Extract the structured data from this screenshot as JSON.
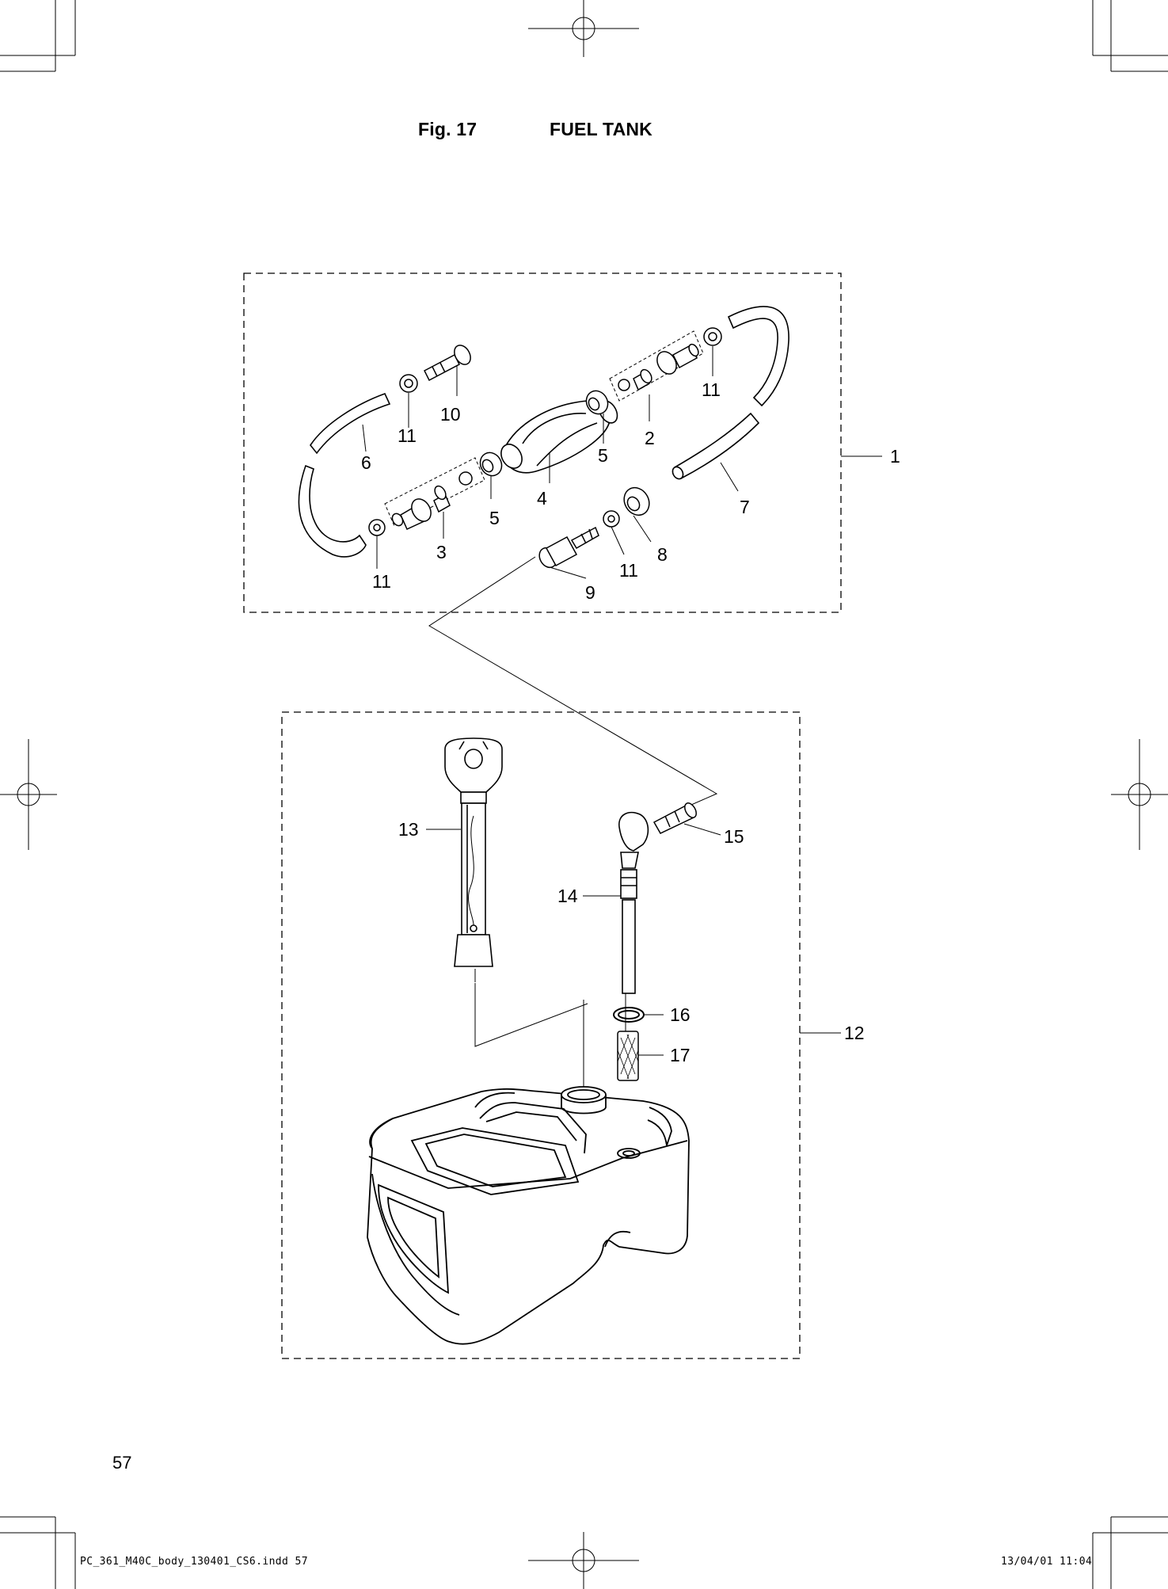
{
  "header": {
    "fig_label": "Fig. 17",
    "fig_title": "FUEL TANK"
  },
  "callouts": [
    "1",
    "2",
    "3",
    "4",
    "5",
    "5",
    "6",
    "7",
    "8",
    "9",
    "10",
    "11",
    "11",
    "11",
    "11",
    "12",
    "13",
    "14",
    "15",
    "16",
    "17"
  ],
  "footer": {
    "page_number": "57",
    "file_name": "PC_361_M40C_body_130401_CS6.indd   57",
    "timestamp": "13/04/01   11:04"
  }
}
